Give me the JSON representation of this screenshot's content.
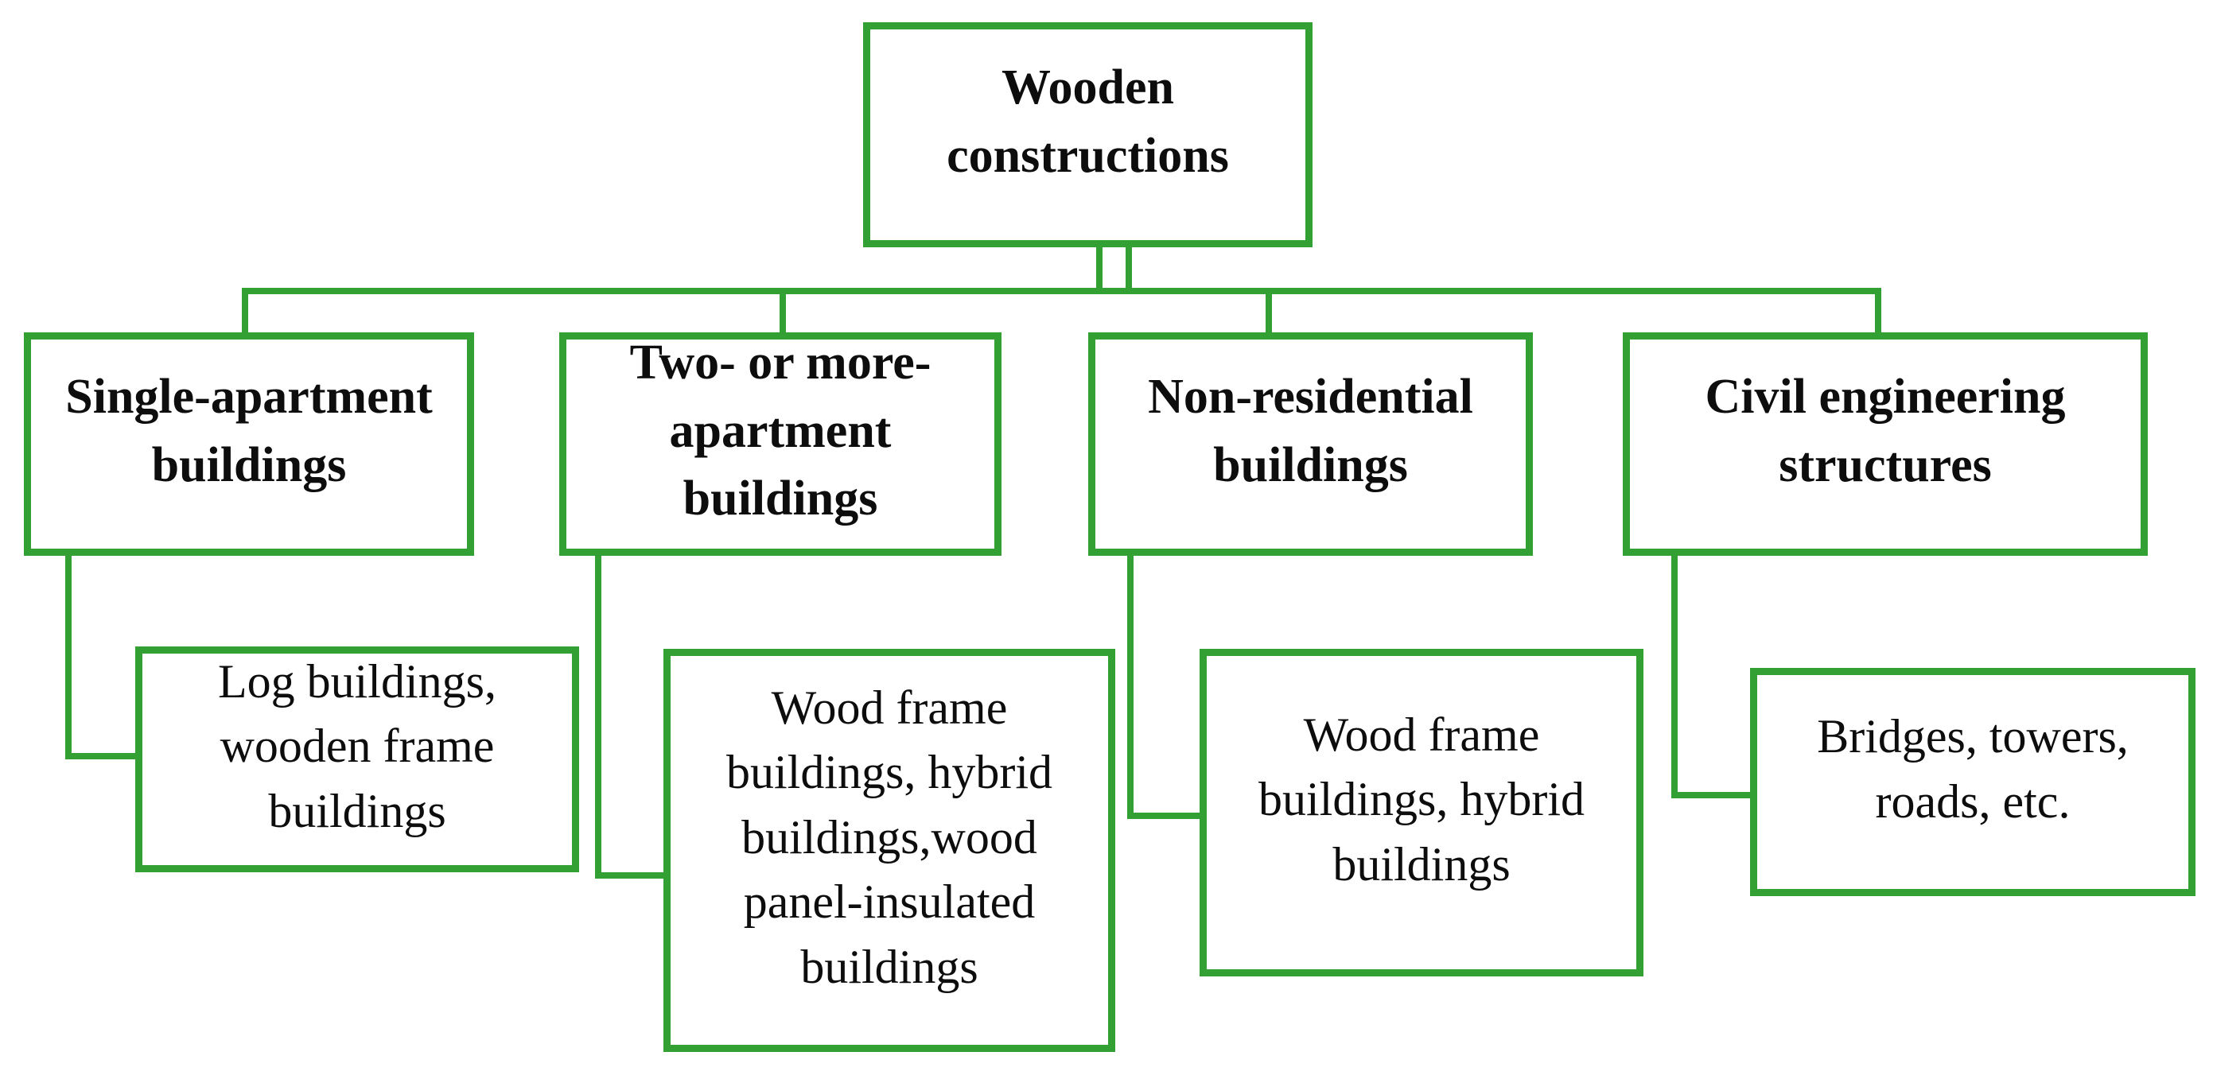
{
  "figure": {
    "type": "hierarchy-diagram",
    "colors": {
      "line": "#32a032",
      "text": "#0d0d0d",
      "background": "#ffffff"
    },
    "root": {
      "lines": [
        "Wooden",
        "constructions"
      ]
    },
    "level2": [
      {
        "lines": [
          "Single-apartment",
          "buildings"
        ]
      },
      {
        "lines": [
          "Two- or more-",
          "apartment",
          "buildings"
        ]
      },
      {
        "lines": [
          "Non-residential",
          "buildings"
        ]
      },
      {
        "lines": [
          "Civil engineering",
          "structures"
        ]
      }
    ],
    "level3": [
      {
        "lines": [
          "Log buildings,",
          "wooden frame",
          "buildings"
        ]
      },
      {
        "lines": [
          "Wood frame",
          "buildings, hybrid",
          "buildings,wood",
          "panel-insulated",
          "buildings"
        ]
      },
      {
        "lines": [
          "Wood frame",
          "buildings, hybrid",
          "buildings"
        ]
      },
      {
        "lines": [
          "Bridges, towers,",
          "roads, etc."
        ]
      }
    ]
  }
}
